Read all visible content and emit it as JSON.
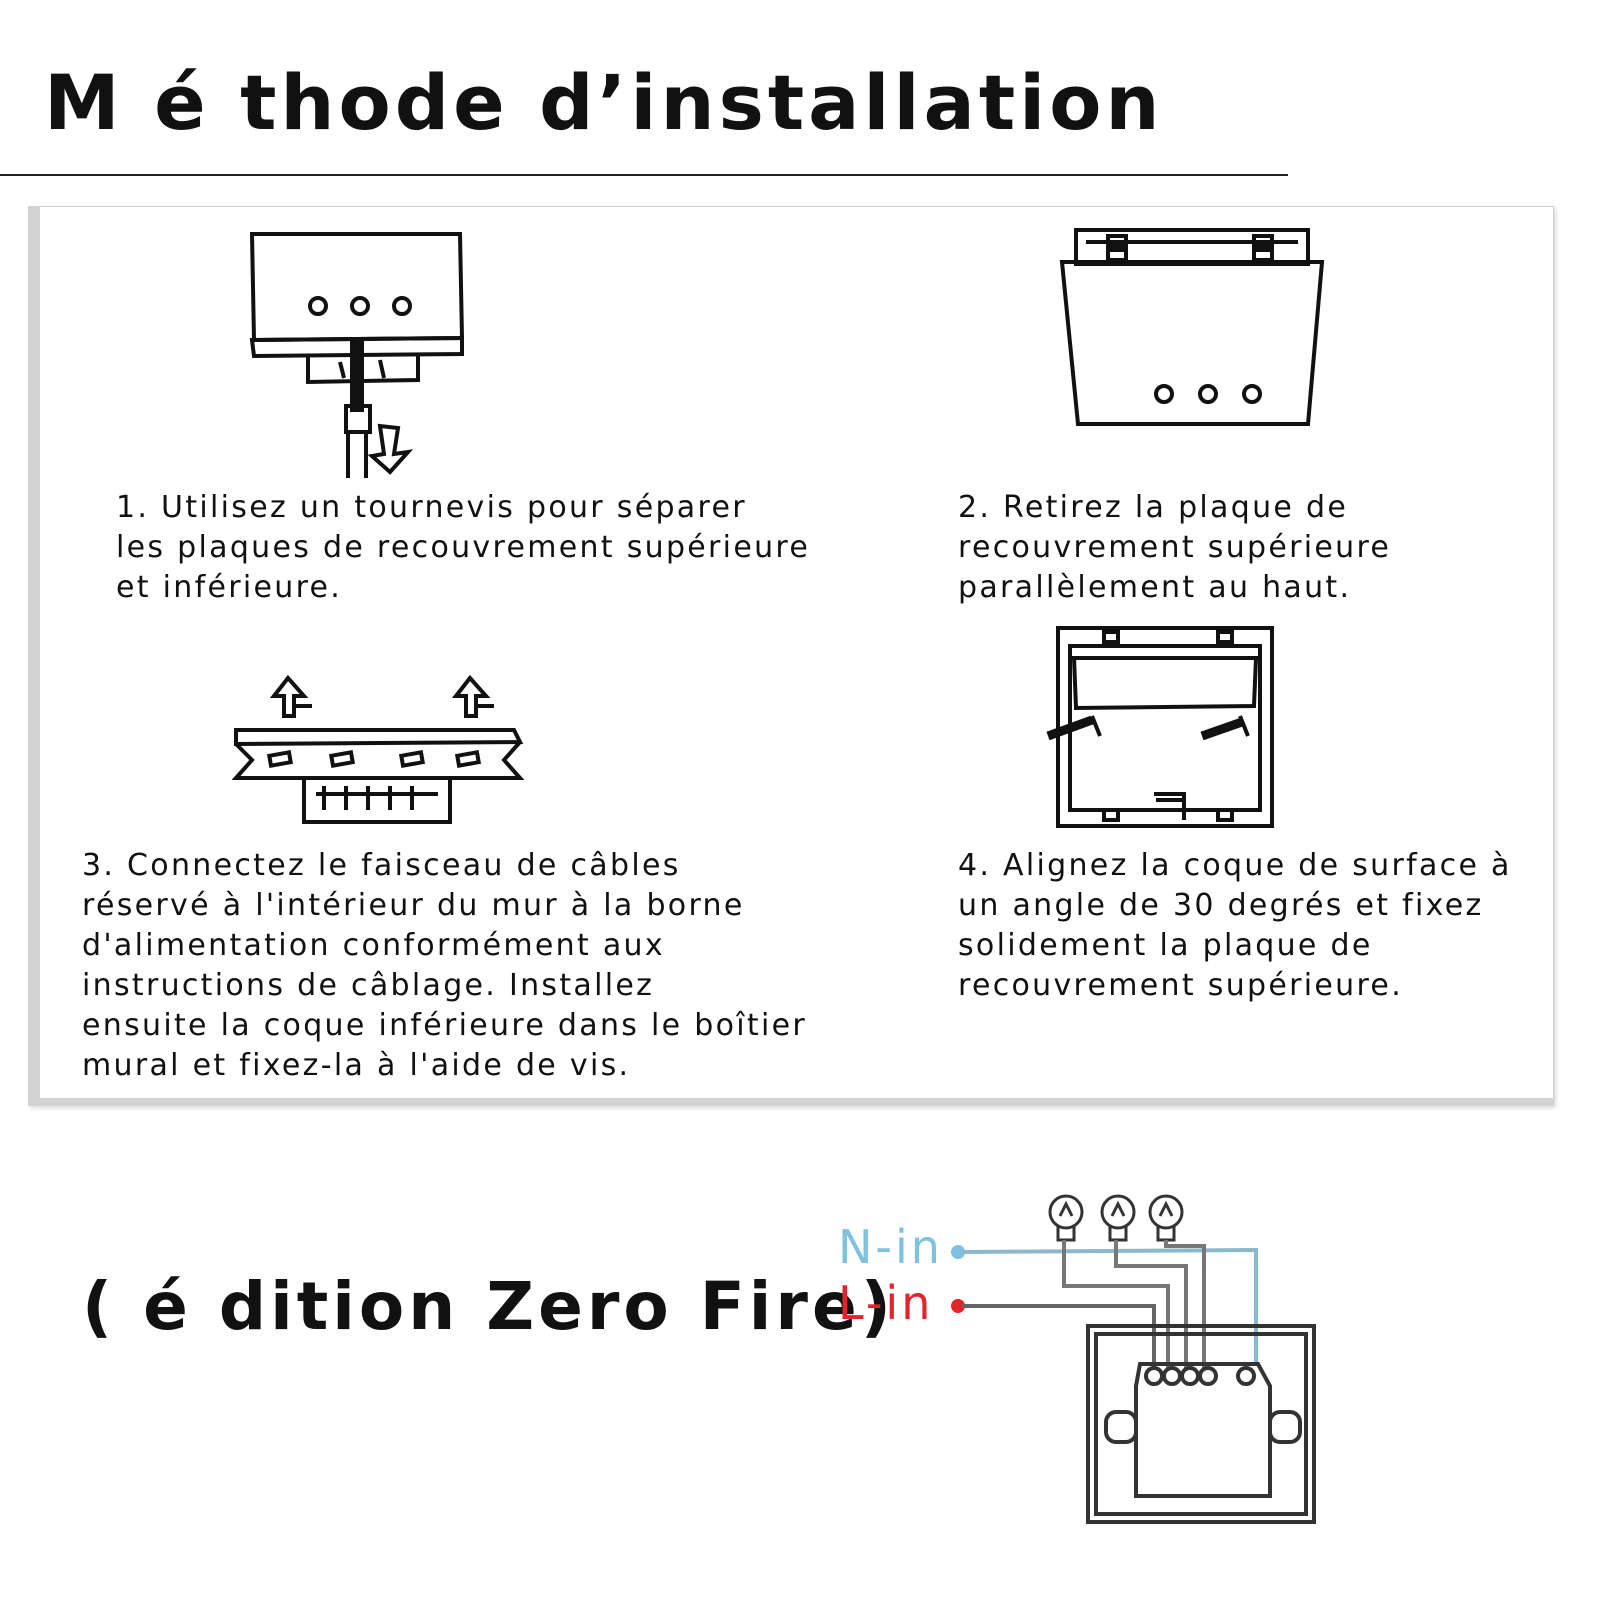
{
  "title": "M é thode d’installation",
  "steps": [
    {
      "lines": [
        "1. Utilisez un tournevis pour séparer",
        "les plaques de recouvrement supérieure",
        "et inférieure."
      ]
    },
    {
      "lines": [
        "2. Retirez la plaque de",
        "recouvrement supérieure",
        "parallèlement au haut."
      ]
    },
    {
      "lines": [
        "3. Connectez le faisceau de câbles",
        "réservé à l'intérieur du mur à la borne",
        "d'alimentation conformément aux",
        "instructions de câblage. Installez",
        "ensuite la coque inférieure dans le boîtier",
        "mural et fixez-la à l'aide de vis."
      ]
    },
    {
      "lines": [
        "4. Alignez la coque de surface à",
        "un angle de 30 degrés et fixez",
        "solidement la plaque de",
        "recouvrement supérieure."
      ]
    }
  ],
  "edition": "( é dition Zero Fire)",
  "wiring": {
    "n_label": "N-in",
    "l_label": "L-in",
    "n_color": "#7fc1e0",
    "l_color": "#e3242b"
  }
}
